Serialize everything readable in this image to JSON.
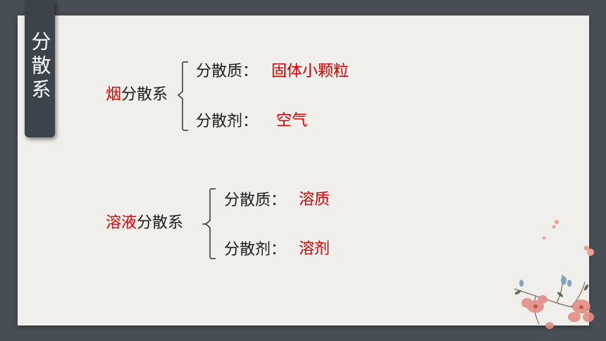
{
  "tab": {
    "title": "分散系"
  },
  "groups": [
    {
      "subject_highlight": "烟",
      "subject_rest": "分散系",
      "rows": [
        {
          "label": "分散质：",
          "value": "固体小颗粒"
        },
        {
          "label": "分散剂：",
          "value": "空气"
        }
      ]
    },
    {
      "subject_highlight": "溶液",
      "subject_rest": "分散系",
      "rows": [
        {
          "label": "分散质：",
          "value": "溶质"
        },
        {
          "label": "分散剂：",
          "value": "溶剂"
        }
      ]
    }
  ],
  "colors": {
    "background": "#484e55",
    "card": "#f1efeb",
    "tab": "#3d434a",
    "highlight": "#e60000",
    "value": "#d40000",
    "text": "#1c1c1c"
  },
  "decoration": {
    "icon": "plum-blossom-icon"
  }
}
